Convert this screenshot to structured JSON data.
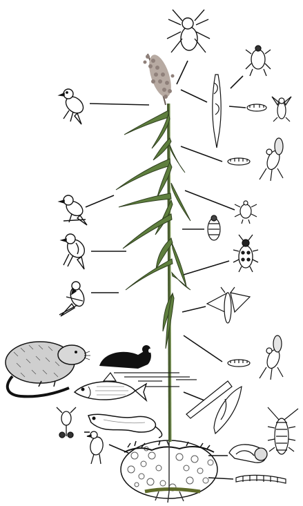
{
  "diagram": {
    "subject": "reed-stem-food-web",
    "colors": {
      "background": "#ffffff",
      "stem": "#556b3a",
      "leaf": "#5f7f3e",
      "leaf_dark": "#2f3f1f",
      "panicle": "#a89a92",
      "ink": "#111111",
      "water": "#222222",
      "soil": "#8a8a8a"
    },
    "organisms_left": [
      "reed-warbler-top",
      "reed-bunting",
      "sedge-warbler",
      "bearded-tit",
      "water-vole",
      "coot",
      "roach-fish",
      "eel",
      "water-flea",
      "water-rail"
    ],
    "organisms_right": [
      "wolf-spider",
      "gall-mite",
      "gall-fly-larva",
      "gall-fly-adult",
      "stem-larva",
      "ichneumon-wasp",
      "aphid",
      "leafhopper",
      "ground-beetle",
      "wainscot-moth",
      "moth-larva",
      "parasitic-wasp",
      "rhizome-larva-pupa",
      "water-slater",
      "pond-snail",
      "midge-larva"
    ]
  }
}
